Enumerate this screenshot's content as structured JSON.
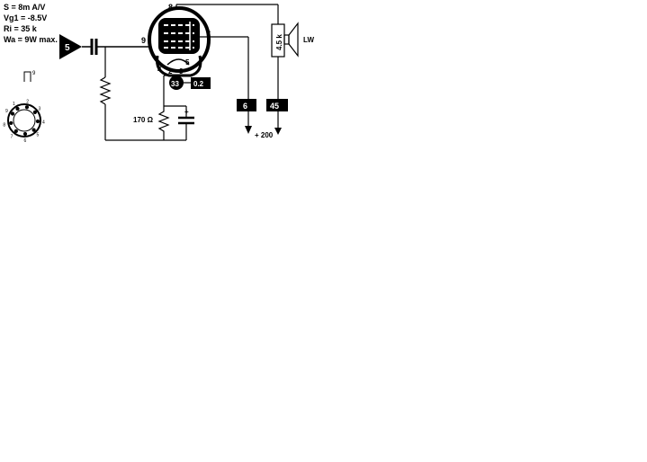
{
  "specs": [
    "S = 8m A/V",
    "Vg1 = -8.5V",
    "Ri = 35 k",
    "Wa = 9W max."
  ],
  "pin_diagram": {
    "key_label": "9",
    "pins": [
      "1",
      "2",
      "3",
      "4",
      "5",
      "6",
      "7",
      "8",
      "9"
    ]
  },
  "tube_pins": {
    "anode": "7",
    "screen": "8",
    "grid": "9",
    "heater_a": "4",
    "heater_b": "5",
    "cathode_a": "2",
    "cathode_b": "3"
  },
  "boxes": {
    "input": "5",
    "cathode_current": "33",
    "cathode_voltage": "0.2",
    "anode_current": "6",
    "screen_current": "45"
  },
  "resistor_cathode": "170 Ω",
  "resistor_screen": "4.5 k",
  "capacitor_polarity": "+",
  "speaker_label": "LW",
  "supply": "+ 200"
}
